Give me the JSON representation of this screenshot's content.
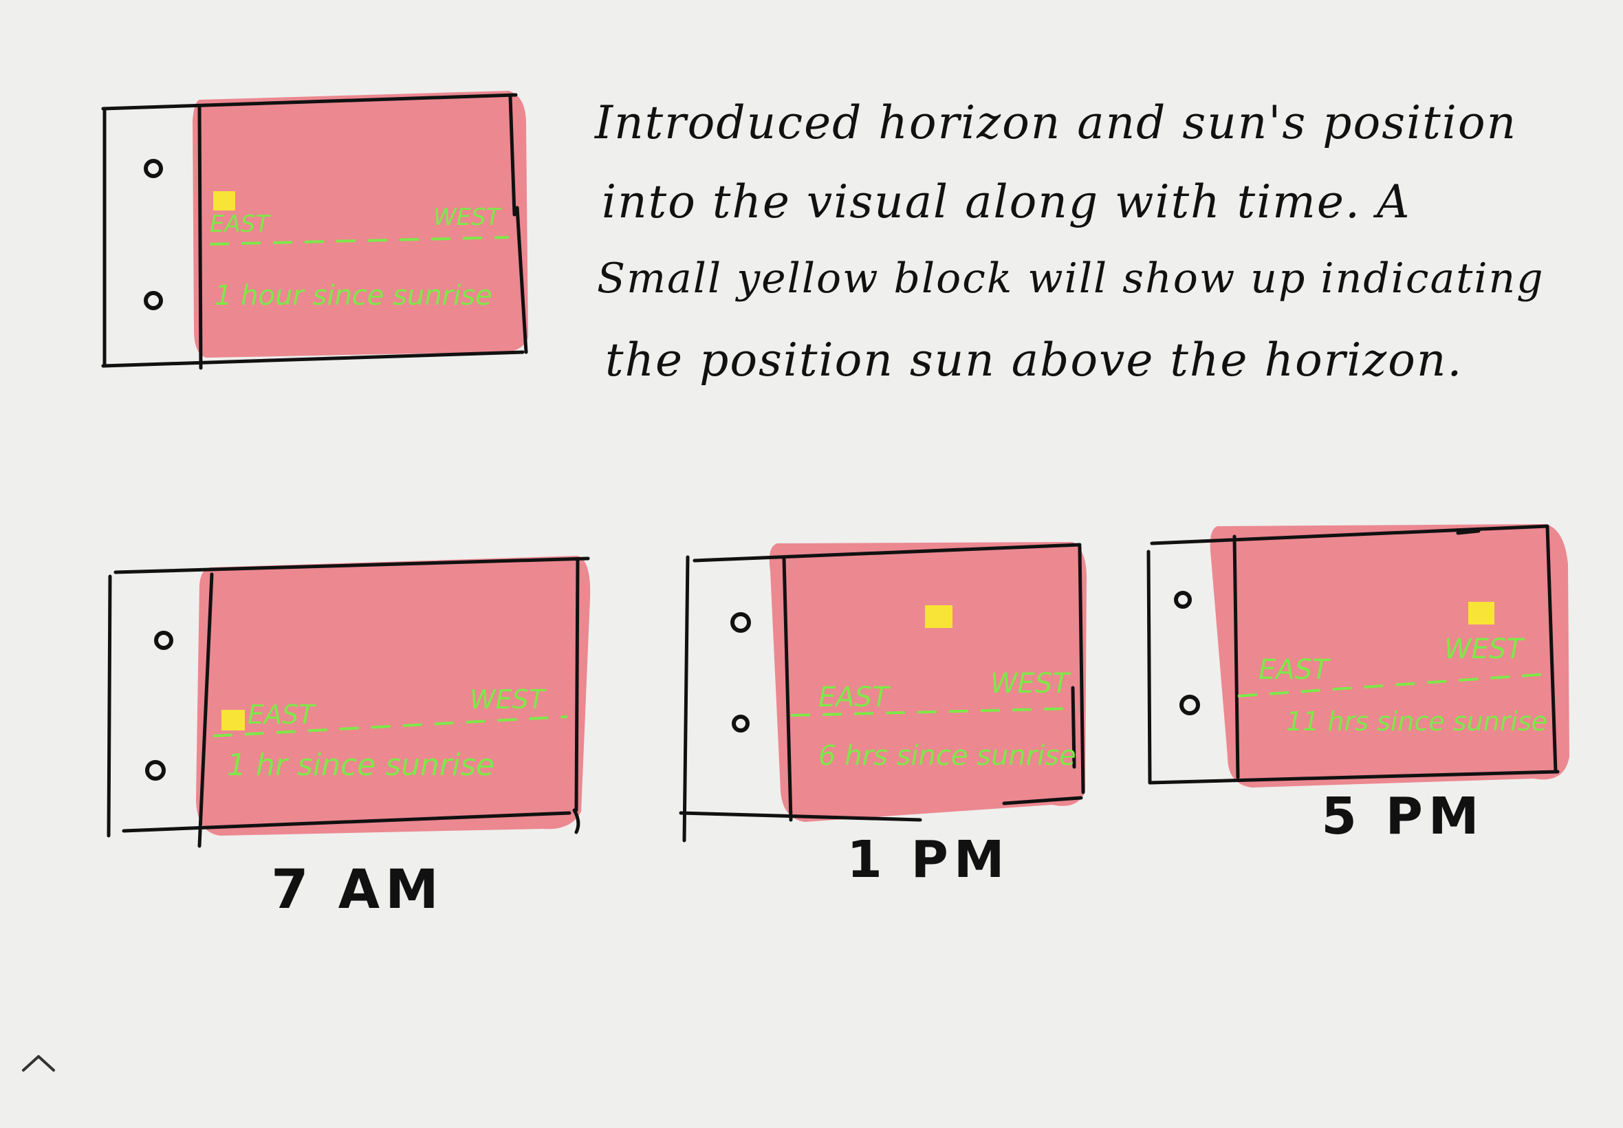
{
  "note": {
    "lines": [
      "Introduced horizon and sun's position",
      "into the visual along with time. A",
      "Small yellow block will show up indicating",
      "the position sun above the horizon."
    ]
  },
  "colors": {
    "paper": "#efefee",
    "screen_fill": "#ec8890",
    "annotation_green": "#7ee84a",
    "sun_block": "#f7e436",
    "ink": "#111111"
  },
  "frames": [
    {
      "id": "hero",
      "east": "EAST",
      "west": "WEST",
      "caption": "1 hour since sunrise",
      "time": ""
    },
    {
      "id": "f1",
      "east": "EAST",
      "west": "WEST",
      "caption": "1 hr since sunrise",
      "time": "7 AM"
    },
    {
      "id": "f2",
      "east": "EAST",
      "west": "WEST",
      "caption": "6 hrs since sunrise",
      "time": "1 PM"
    },
    {
      "id": "f3",
      "east": "EAST",
      "west": "WEST",
      "caption": "11 hrs since sunrise",
      "time": "5 PM"
    }
  ],
  "icons": {
    "collapse": "chevron-up-icon"
  }
}
